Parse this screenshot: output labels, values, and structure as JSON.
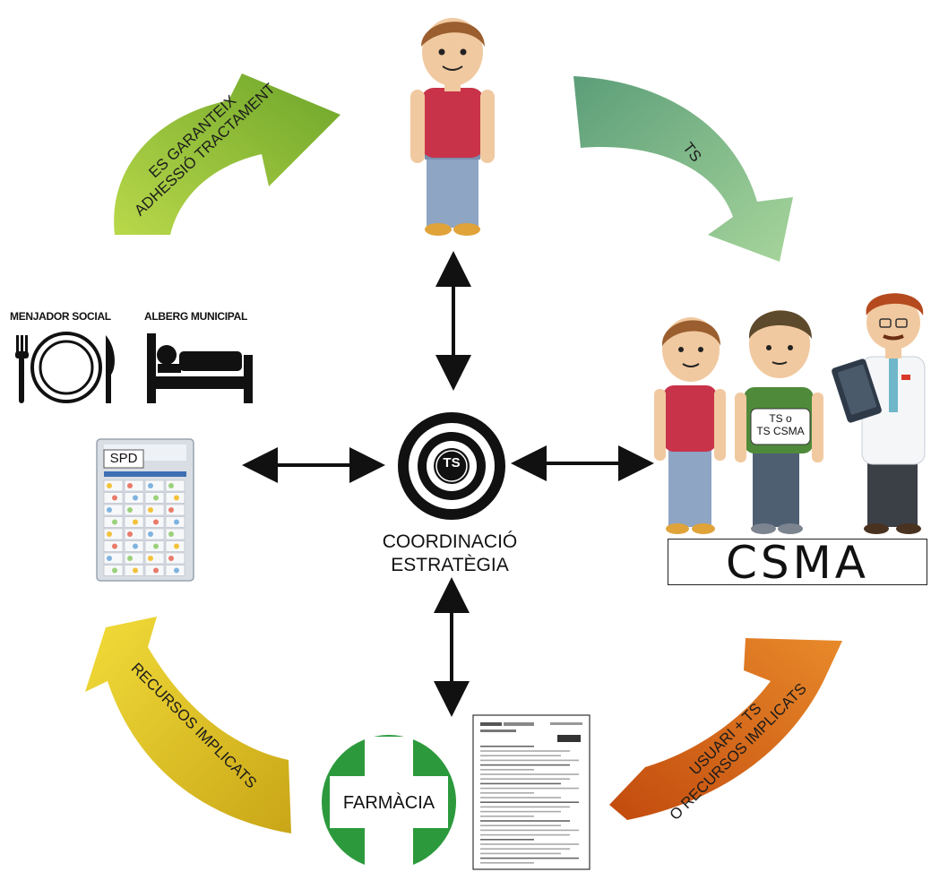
{
  "arrows": {
    "top_left": "ES GARANTEIX\nADHESSIÓ TRACTAMENT",
    "top_right": "TS",
    "bottom_left": "RECURSOS IMPLICATS",
    "bottom_right": "USUARI + TS\nO RECURSOS IMPLICATS"
  },
  "center": {
    "target_label": "TS",
    "line1": "COORDINACIÓ",
    "line2": "ESTRATÈGIA"
  },
  "resources": {
    "menjador": "MENJADOR SOCIAL",
    "alberg": "ALBERG MUNICIPAL",
    "spd": "SPD",
    "farmacia": "FARMÀCIA"
  },
  "csma": {
    "title": "CSMA",
    "badge_line1": "TS o",
    "badge_line2": "TS CSMA"
  },
  "colors": {
    "green_arrow": "#8cbf2d",
    "teal_arrow": "#6fae86",
    "yellow_arrow": "#e8cf23",
    "orange_arrow": "#d65e12",
    "pharmacy_green": "#2c9a3c",
    "shirt_red": "#c8334a",
    "pants_blue": "#8ea5c4"
  }
}
